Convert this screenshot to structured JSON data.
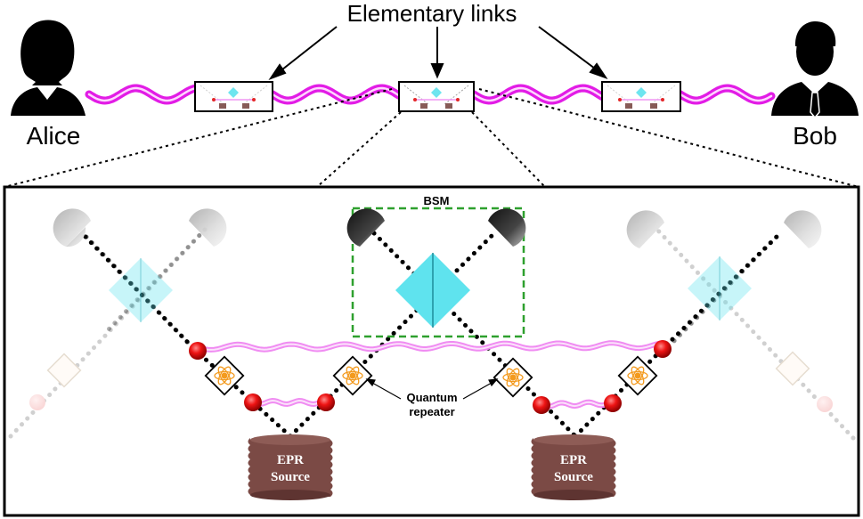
{
  "header": {
    "title": "Elementary links"
  },
  "parties": {
    "left": "Alice",
    "right": "Bob"
  },
  "detail": {
    "bsm_label": "BSM",
    "repeater_label_line1": "Quantum",
    "repeater_label_line2": "repeater",
    "source_left_line1": "EPR",
    "source_left_line2": "Source",
    "source_right_line1": "EPR",
    "source_right_line2": "Source"
  },
  "colors": {
    "fiber": "#e21ce6",
    "fiber_light": "#f08cf2",
    "beam_splitter": "#5fe3ee",
    "bsm_box": "#2ea02e",
    "source_fill": "#7b4a45",
    "atom": "#f39a1e",
    "node": "#e01010"
  },
  "icons": {
    "alice": "person-female-icon",
    "bob": "person-male-icon",
    "detector": "detector-icon",
    "memory": "quantum-memory-atom-icon"
  }
}
